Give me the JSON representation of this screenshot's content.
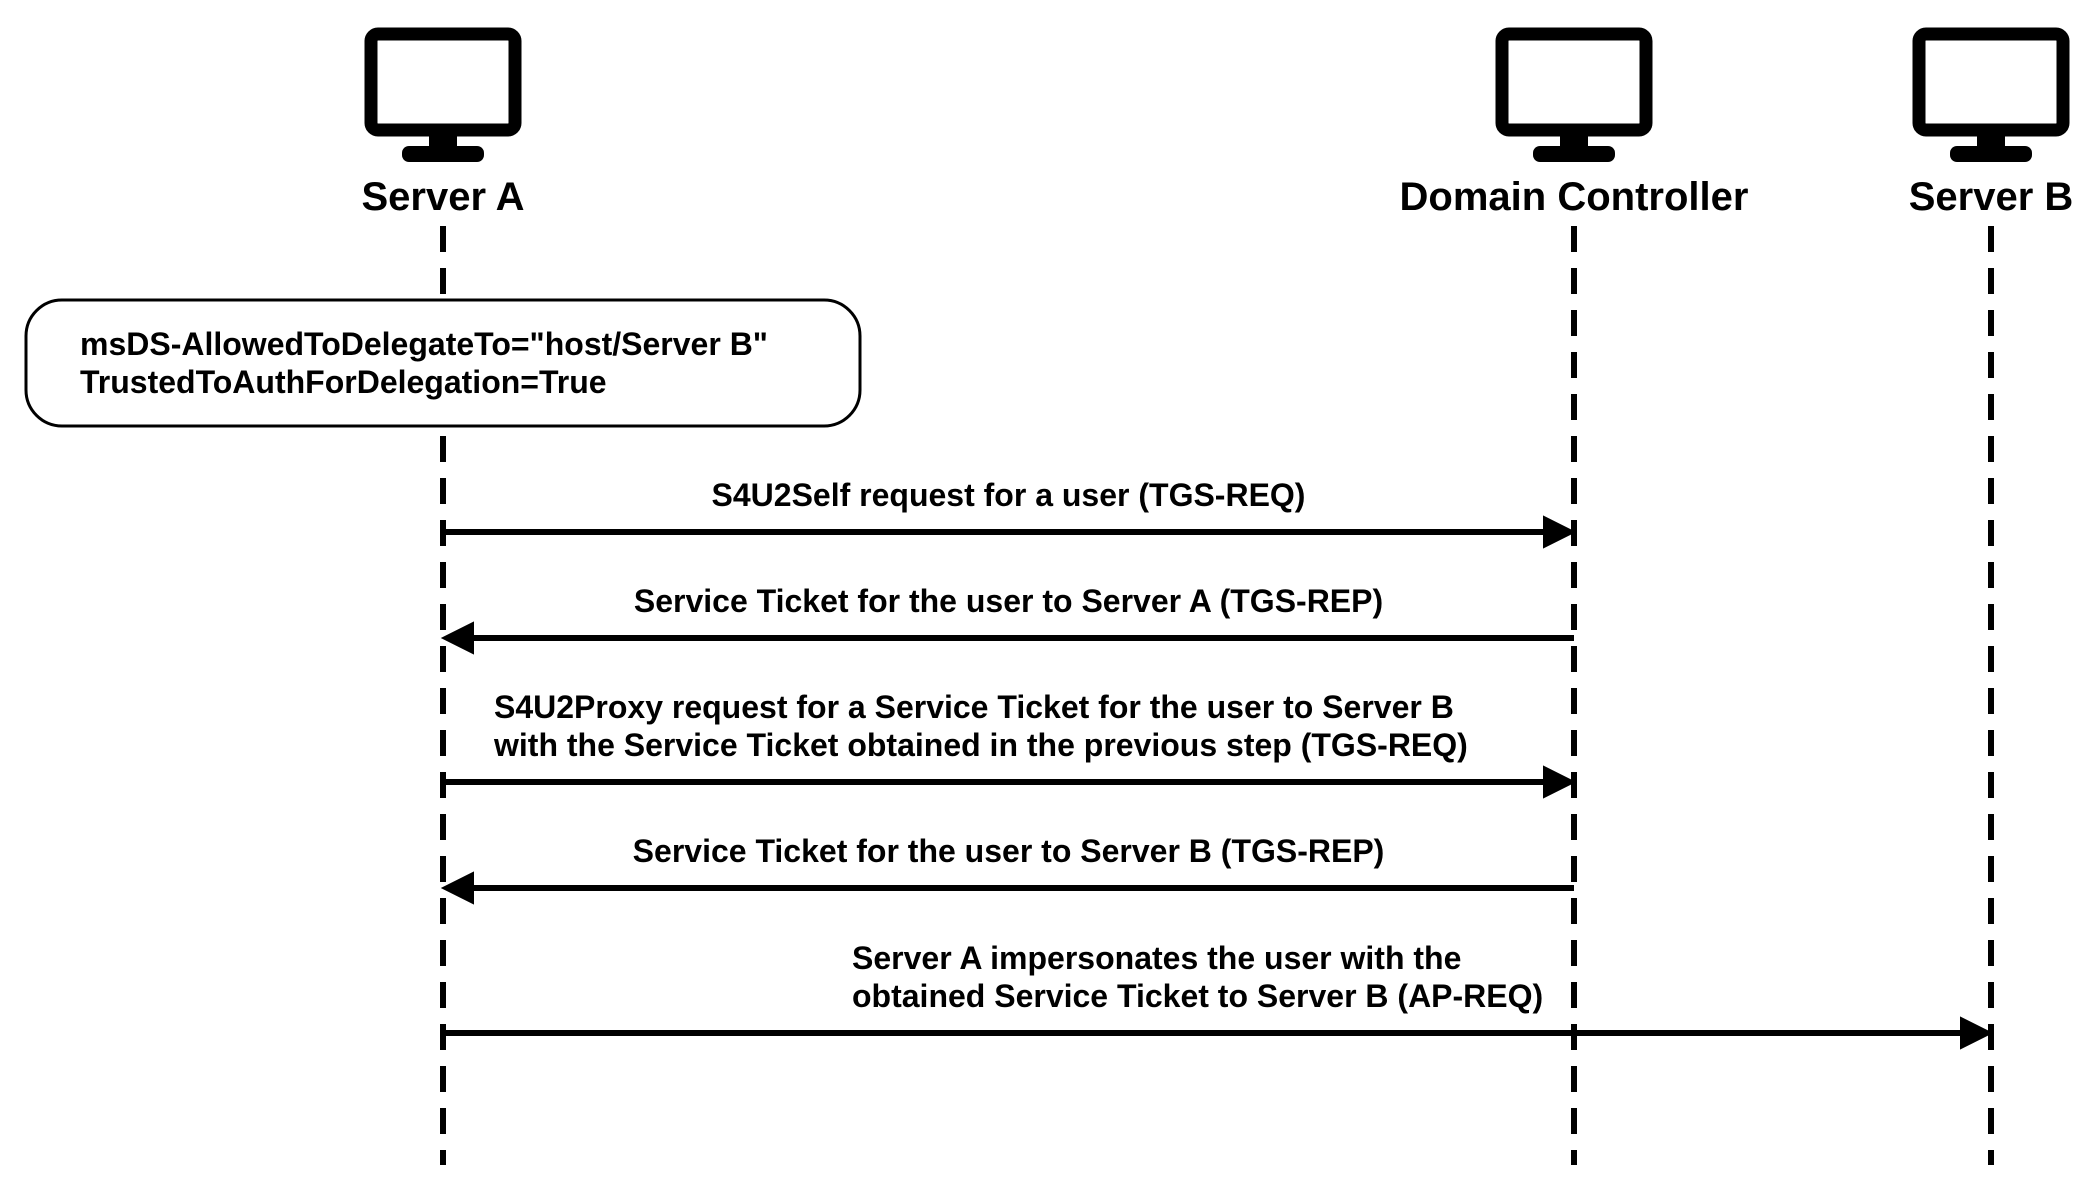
{
  "diagram": {
    "type": "sequence",
    "colors": {
      "stroke": "#000000",
      "background": "#ffffff",
      "text": "#000000"
    },
    "actors": [
      {
        "id": "server-a",
        "label": "Server A",
        "icon": "monitor-icon"
      },
      {
        "id": "domain-controller",
        "label": "Domain Controller",
        "icon": "monitor-icon"
      },
      {
        "id": "server-b",
        "label": "Server B",
        "icon": "monitor-icon"
      }
    ],
    "note": {
      "actor": "server-a",
      "lines": [
        "msDS-AllowedToDelegateTo=\"host/Server B\"",
        "TrustedToAuthForDelegation=True"
      ]
    },
    "messages": [
      {
        "from": "server-a",
        "to": "domain-controller",
        "lines": [
          "S4U2Self request for a user (TGS-REQ)"
        ]
      },
      {
        "from": "domain-controller",
        "to": "server-a",
        "lines": [
          "Service Ticket for the user to Server A (TGS-REP)"
        ]
      },
      {
        "from": "server-a",
        "to": "domain-controller",
        "lines": [
          "S4U2Proxy request for a Service Ticket for the user to Server B",
          "with the Service Ticket obtained in the previous step (TGS-REQ)"
        ]
      },
      {
        "from": "domain-controller",
        "to": "server-a",
        "lines": [
          "Service Ticket for the user to Server B (TGS-REP)"
        ]
      },
      {
        "from": "server-a",
        "to": "server-b",
        "lines": [
          "Server A impersonates the user with the",
          "obtained Service Ticket to Server B (AP-REQ)"
        ]
      }
    ]
  }
}
